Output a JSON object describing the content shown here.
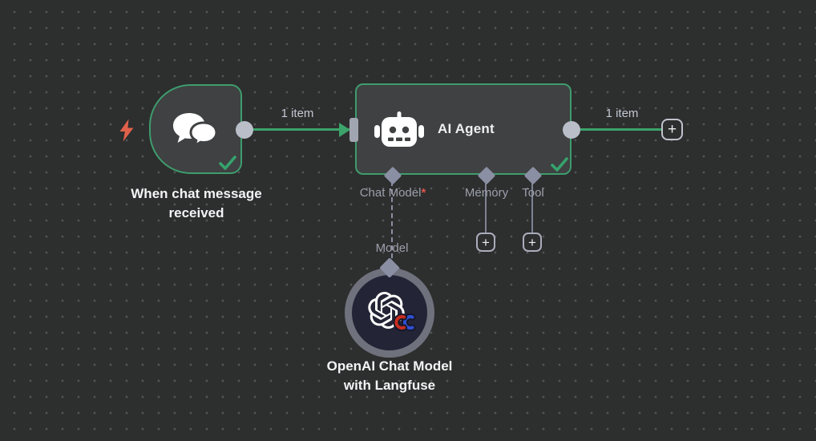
{
  "canvas": {
    "background": "#2d2e2e",
    "dot_color": "#545658"
  },
  "colors": {
    "node_fill": "#3f4142",
    "node_border_success": "#3e9c6d",
    "connection_green": "#3ca36a",
    "connector_gray": "#b9bec9",
    "diamond_gray": "#8b8fa4",
    "port_label_gray": "#9ba0ab",
    "required_asterisk_red": "#e0524a",
    "trigger_bolt_orange": "#e0614a",
    "circle_node_ring": "#6f717c",
    "circle_node_fill": "#232435"
  },
  "icons": {
    "trigger": "lightning-bolt-icon",
    "chat_trigger": "chat-bubbles-icon",
    "ai_agent": "robot-icon",
    "model_node": "openai-logo-icon",
    "model_node_badge": "langfuse-badge-icon",
    "status_success": "checkmark-icon",
    "add": "plus-icon"
  },
  "nodes": {
    "chat_trigger": {
      "label": "When chat message received",
      "status": "success"
    },
    "ai_agent": {
      "title": "AI Agent",
      "status": "success",
      "ports": [
        {
          "label": "Chat Model",
          "required_marker": "*"
        },
        {
          "label": "Memory"
        },
        {
          "label": "Tool"
        }
      ]
    },
    "openai_chat_model": {
      "label_line1": "OpenAI Chat Model",
      "label_line2": "with Langfuse",
      "input_port_label": "Model"
    }
  },
  "connections": {
    "trigger_to_agent": {
      "label": "1 item"
    },
    "agent_to_next": {
      "label": "1 item"
    }
  },
  "buttons": {
    "add_memory_label": "+",
    "add_tool_label": "+",
    "add_next_node_label": "+"
  }
}
